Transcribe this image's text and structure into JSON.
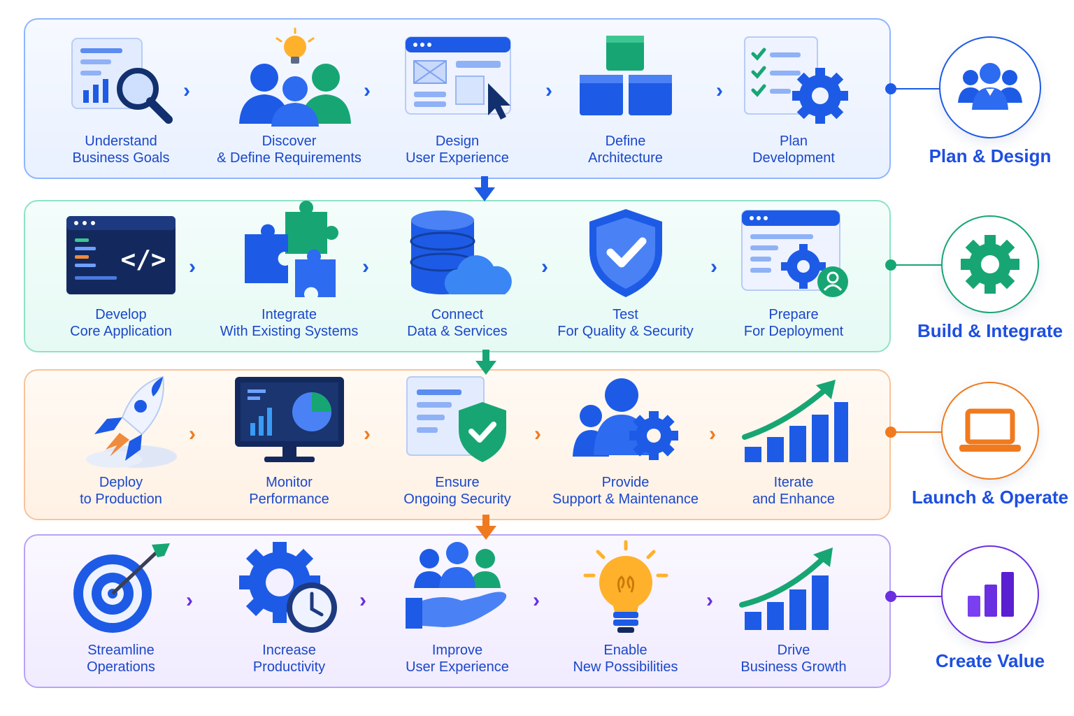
{
  "bands": [
    {
      "id": "plan",
      "steps": [
        {
          "line1": "Understand",
          "line2": "Business Goals",
          "icon": "report-magnifier-icon"
        },
        {
          "line1": "Discover",
          "line2": "& Define Requirements",
          "icon": "team-lightbulb-icon"
        },
        {
          "line1": "Design",
          "line2": "User Experience",
          "icon": "wireframe-cursor-icon"
        },
        {
          "line1": "Define",
          "line2": "Architecture",
          "icon": "cubes-icon"
        },
        {
          "line1": "Plan",
          "line2": "Development",
          "icon": "checklist-gear-icon"
        }
      ],
      "phase": {
        "label": "Plan & Design",
        "icon": "team-icon",
        "color": "#1d4fe0"
      }
    },
    {
      "id": "build",
      "steps": [
        {
          "line1": "Develop",
          "line2": "Core Application",
          "icon": "code-window-icon"
        },
        {
          "line1": "Integrate",
          "line2": "With Existing Systems",
          "icon": "puzzle-icon"
        },
        {
          "line1": "Connect",
          "line2": "Data & Services",
          "icon": "database-cloud-icon"
        },
        {
          "line1": "Test",
          "line2": "For Quality & Security",
          "icon": "shield-check-icon"
        },
        {
          "line1": "Prepare",
          "line2": "For Deployment",
          "icon": "browser-gear-user-icon"
        }
      ],
      "phase": {
        "label": "Build & Integrate",
        "icon": "gear-icon",
        "color": "#1d4fe0"
      }
    },
    {
      "id": "launch",
      "steps": [
        {
          "line1": "Deploy",
          "line2": "to Production",
          "icon": "rocket-icon"
        },
        {
          "line1": "Monitor",
          "line2": "Performance",
          "icon": "monitor-chart-icon"
        },
        {
          "line1": "Ensure",
          "line2": "Ongoing Security",
          "icon": "document-shield-icon"
        },
        {
          "line1": "Provide",
          "line2": "Support & Maintenance",
          "icon": "people-gear-icon"
        },
        {
          "line1": "Iterate",
          "line2": "and Enhance",
          "icon": "growth-bars-icon"
        }
      ],
      "phase": {
        "label": "Launch & Operate",
        "icon": "laptop-icon",
        "color": "#1d4fe0"
      }
    },
    {
      "id": "value",
      "steps": [
        {
          "line1": "Streamline",
          "line2": "Operations",
          "icon": "target-arrow-icon"
        },
        {
          "line1": "Increase",
          "line2": "Productivity",
          "icon": "gear-clock-icon"
        },
        {
          "line1": "Improve",
          "line2": "User Experience",
          "icon": "hand-people-icon"
        },
        {
          "line1": "Enable",
          "line2": "New Possibilities",
          "icon": "lightbulb-icon"
        },
        {
          "line1": "Drive",
          "line2": "Business Growth",
          "icon": "growth-bars-icon"
        }
      ],
      "phase": {
        "label": "Create Value",
        "icon": "bar-chart-icon",
        "color": "#1d4fe0"
      }
    }
  ],
  "colors": {
    "blue": "#1d5be6",
    "green": "#17a673",
    "orange": "#f07a1e",
    "purple": "#6a2fe0"
  }
}
